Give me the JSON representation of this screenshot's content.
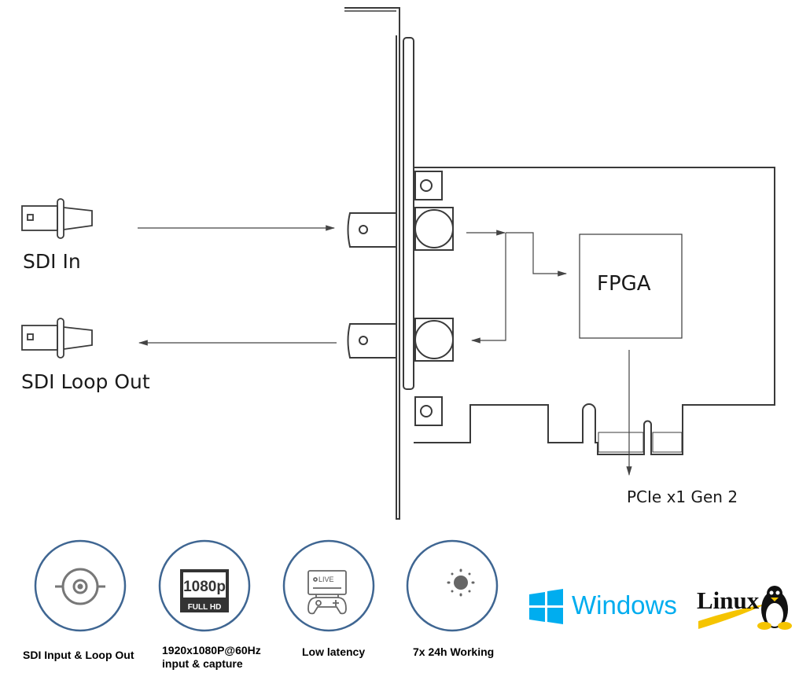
{
  "diagram": {
    "labels": {
      "sdi_in": "SDI In",
      "sdi_loop_out": "SDI Loop Out",
      "fpga": "FPGA",
      "pcie": "PCIe x1 Gen 2"
    }
  },
  "features": [
    {
      "icon": "bnc-connector-icon",
      "label": "SDI Input & Loop Out"
    },
    {
      "icon": "full-hd-icon",
      "icon_text": "1080p",
      "icon_subtext": "FULL HD",
      "label_line1": "1920x1080P@60Hz",
      "label_line2": "input & capture"
    },
    {
      "icon": "live-gamepad-icon",
      "icon_text": "LIVE",
      "label": "Low latency"
    },
    {
      "icon": "moon-sun-icon",
      "label": "7x 24h Working"
    }
  ],
  "os": {
    "windows": "Windows",
    "linux": "Linux"
  },
  "colors": {
    "line": "#3a3a3a",
    "circle": "#3f6692",
    "windows": "#00adef",
    "linux_swoosh": "#f5c400"
  }
}
